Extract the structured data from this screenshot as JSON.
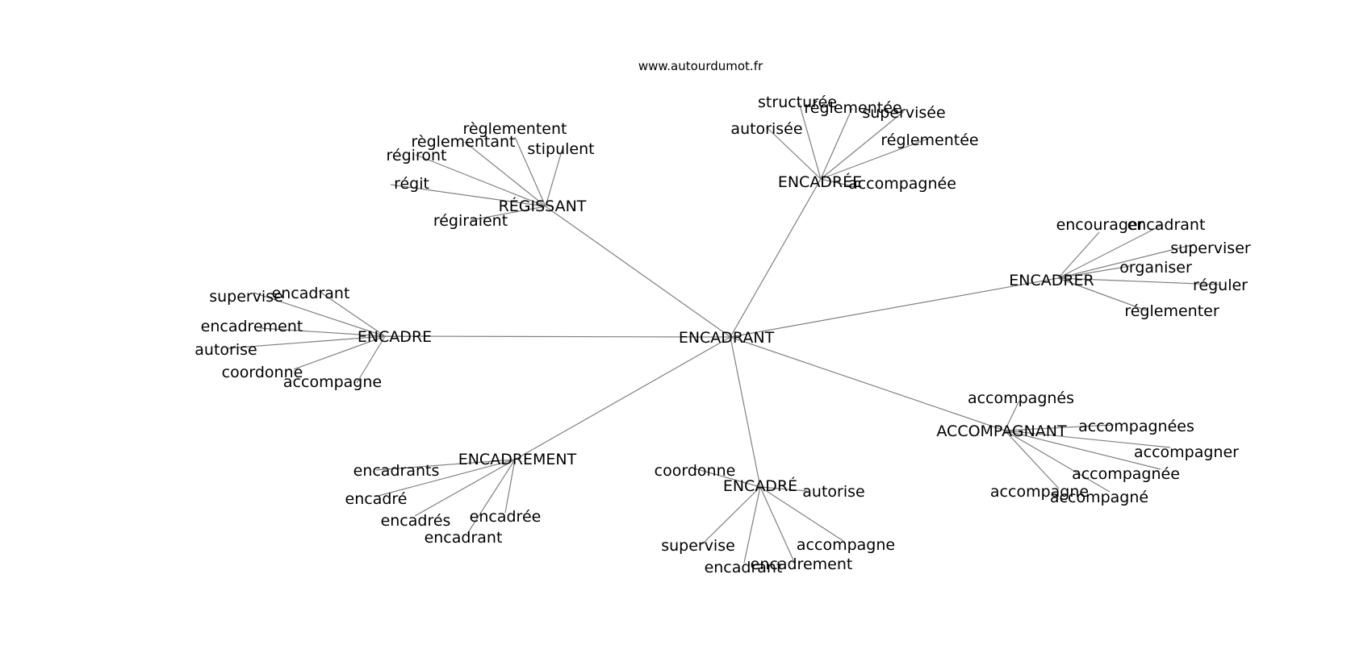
{
  "site": "www.autourdumot.fr",
  "center": "ENCADRANT",
  "groups": [
    {
      "id": "regissant",
      "hub": "RÉGISSANT",
      "leaves": [
        "règlementent",
        "règlementant",
        "stipulent",
        "régiront",
        "régit",
        "régiraient"
      ]
    },
    {
      "id": "encadree",
      "hub": "ENCADRÉE",
      "leaves": [
        "structurée",
        "réglementée",
        "supervisée",
        "autorisée",
        "réglementée",
        "accompagnée"
      ]
    },
    {
      "id": "encadrer",
      "hub": "ENCADRER",
      "leaves": [
        "encourager",
        "encadrant",
        "superviser",
        "organiser",
        "réguler",
        "réglementer"
      ]
    },
    {
      "id": "encadre",
      "hub": "ENCADRE",
      "leaves": [
        "supervise",
        "encadrant",
        "encadrement",
        "autorise",
        "coordonne",
        "accompagne"
      ]
    },
    {
      "id": "accompagnant",
      "hub": "ACCOMPAGNANT",
      "leaves": [
        "accompagnés",
        "accompagnées",
        "accompagner",
        "accompagnée",
        "accompagne",
        "accompagné"
      ]
    },
    {
      "id": "encadrement",
      "hub": "ENCADREMENT",
      "leaves": [
        "encadrants",
        "encadré",
        "encadrés",
        "encadrée",
        "encadrant"
      ]
    },
    {
      "id": "encadre-acc",
      "hub": "ENCADRÉ",
      "leaves": [
        "coordonne",
        "autorise",
        "supervise",
        "accompagne",
        "encadrement",
        "encadrant"
      ]
    }
  ]
}
